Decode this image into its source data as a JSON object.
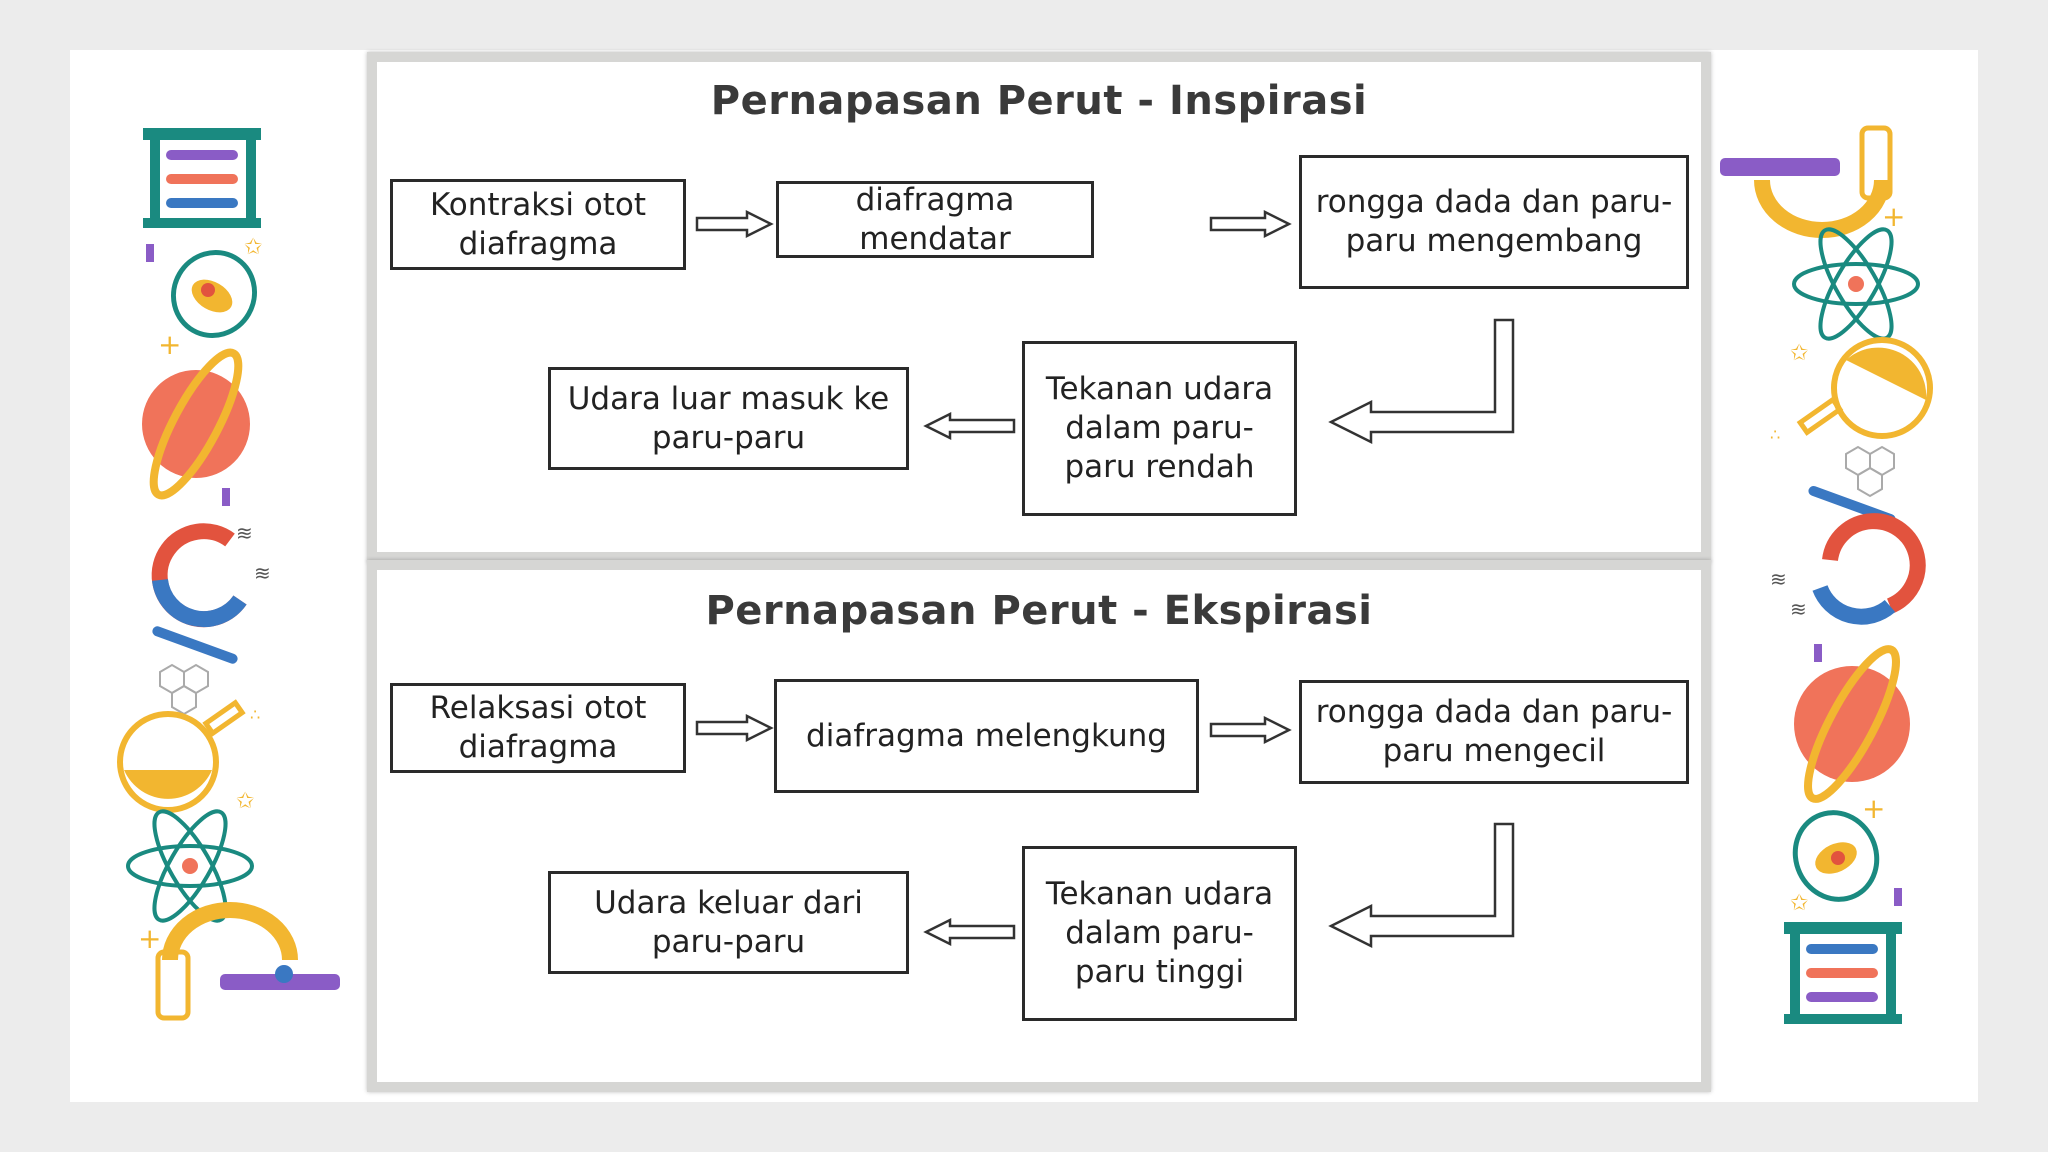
{
  "inspirasi": {
    "title": "Pernapasan Perut - Inspirasi",
    "box1": "Kontraksi otot diafragma",
    "box2": "diafragma mendatar",
    "box3": "rongga dada dan paru-paru mengembang",
    "box4": "Tekanan udara dalam paru-paru rendah",
    "box5": "Udara luar masuk ke paru-paru"
  },
  "ekspirasi": {
    "title": "Pernapasan Perut - Ekspirasi",
    "box1": "Relaksasi otot diafragma",
    "box2": "diafragma melengkung",
    "box3": "rongga dada dan paru-paru mengecil",
    "box4": "Tekanan udara dalam paru-paru tinggi",
    "box5": "Udara keluar dari paru-paru"
  },
  "colors": {
    "teal": "#1a8a80",
    "orange": "#f0735a",
    "yellow": "#f2b630",
    "purple": "#8a5cc6",
    "blue": "#3a78c2",
    "red": "#e2533e"
  }
}
